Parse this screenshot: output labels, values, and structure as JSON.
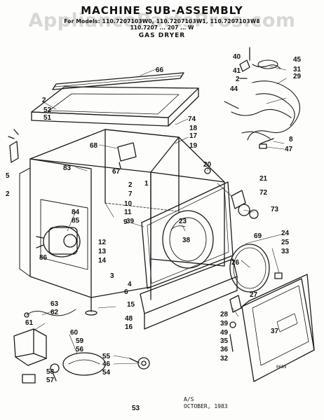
{
  "header": {
    "title": "MACHINE SUB-ASSEMBLY",
    "models_line_1": "For Models: 110.7207103W0, 110.7207103W1, 110.7207103W8",
    "models_line_2": "110.7207 ... 207 ... W",
    "subtitle": "GAS DRYER",
    "watermark": "AppliancePartsPros.com"
  },
  "callouts": {
    "c66": "66",
    "c2a": "2",
    "c52": "52",
    "c51": "51",
    "c5": "5",
    "c2b": "2",
    "c74": "74",
    "c18": "18",
    "c17": "17",
    "c19": "19",
    "c68": "68",
    "c67": "67",
    "c83": "83",
    "c20": "20",
    "c1": "1",
    "c2c": "2",
    "c7": "7",
    "c10": "10",
    "c11": "11",
    "c84": "84",
    "c85": "85",
    "c86": "86",
    "c39": "39",
    "c23": "23",
    "c38": "38",
    "c12": "12",
    "c13": "13",
    "c14": "14",
    "c21": "21",
    "c72": "72",
    "c73": "73",
    "c69": "69",
    "c24": "24",
    "c25": "25",
    "c33": "33",
    "c26": "26",
    "c27": "27",
    "c3": "3",
    "c4": "4",
    "c6": "6",
    "c15": "15",
    "c48": "48",
    "c16": "16",
    "c28": "28",
    "c39b": "39",
    "c49": "49",
    "c35": "35",
    "c36": "36",
    "c32": "32",
    "c37": "37",
    "c40": "40",
    "c41": "41",
    "c2d": "2",
    "c44": "44",
    "c45": "45",
    "c31": "31",
    "c29": "29",
    "c8": "8",
    "c47": "47",
    "c63": "63",
    "c62": "62",
    "c61": "61",
    "c60": "60",
    "c59": "59",
    "c56": "56",
    "c58": "58",
    "c57": "57",
    "c55": "55",
    "c46": "46",
    "c54": "54",
    "c53": "53",
    "c9": "9"
  },
  "footer": {
    "revision": "A/S",
    "date": "OCTOBER, 1983",
    "page_number": "53",
    "drawing_code": "0689"
  }
}
